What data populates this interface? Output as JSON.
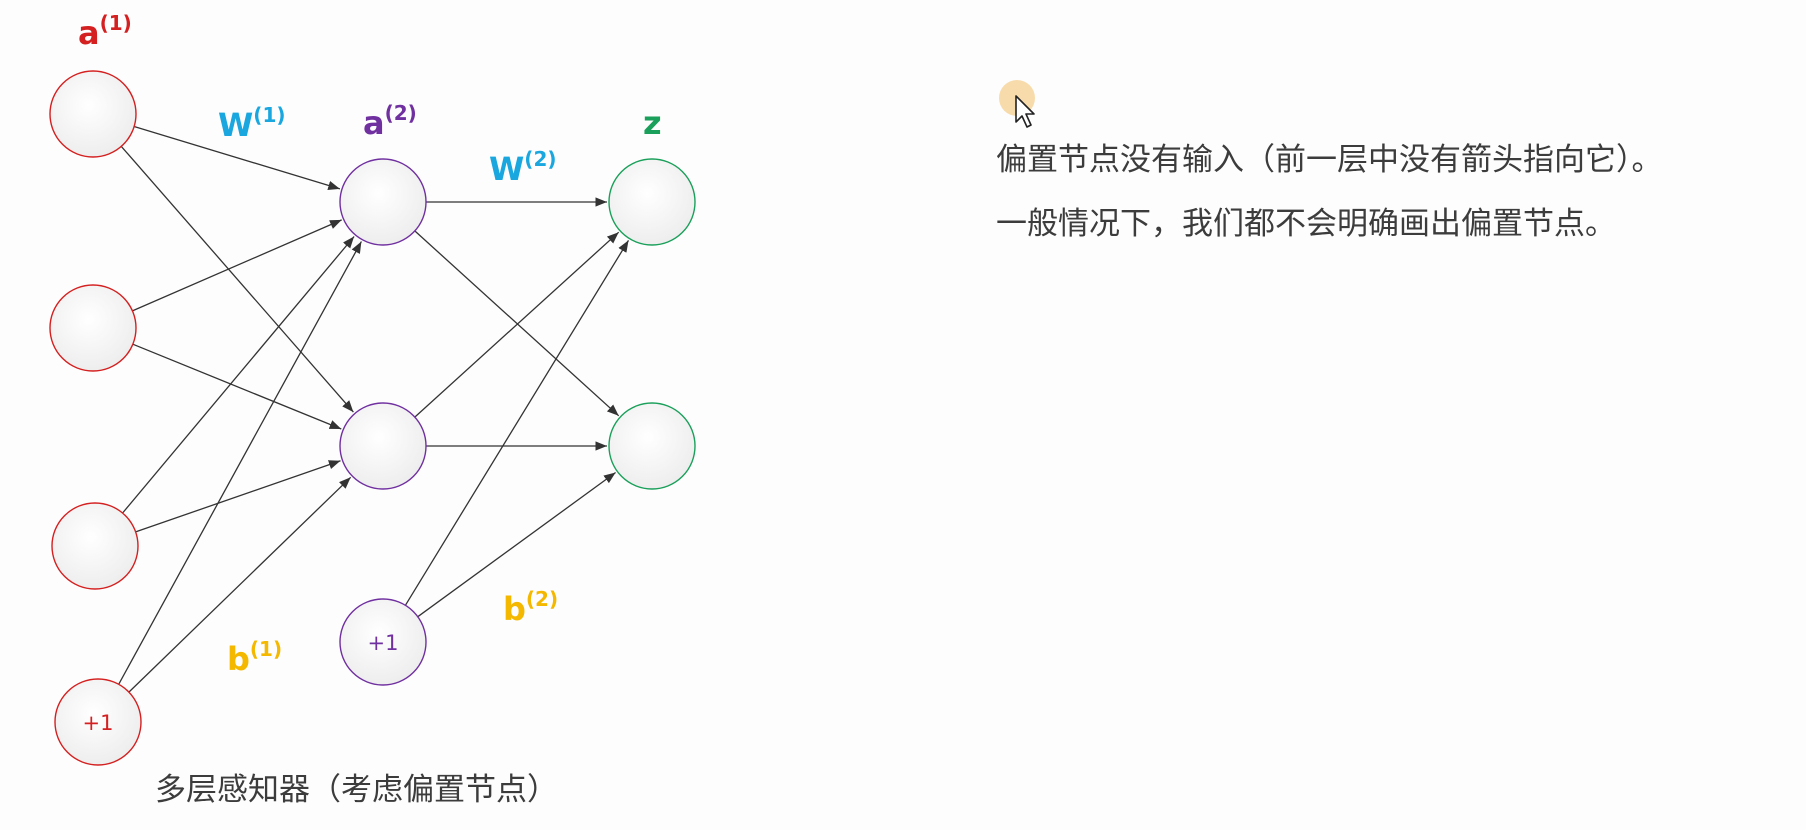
{
  "diagram": {
    "caption": "多层感知器（考虑偏置节点）",
    "labels": {
      "a1": {
        "main": "a",
        "sup": "(1)"
      },
      "w1": {
        "main": "W",
        "sup": "(1)"
      },
      "a2": {
        "main": "a",
        "sup": "(2)"
      },
      "w2": {
        "main": "W",
        "sup": "(2)"
      },
      "z": {
        "main": "z",
        "sup": ""
      },
      "b1": {
        "main": "b",
        "sup": "(1)"
      },
      "b2": {
        "main": "b",
        "sup": "(2)"
      }
    },
    "bias_node_text": "+1",
    "colors": {
      "layer1": "#d42020",
      "layer2": "#7030a0",
      "output": "#1aa05a",
      "weight": "#1aa7e0",
      "bias": "#f5b800",
      "edge": "#333333"
    }
  },
  "explanation": {
    "line1": "偏置节点没有输入（前一层中没有箭头指向它）。",
    "line2": "一般情况下，我们都不会明确画出偏置节点。"
  },
  "icons": {
    "cursor": "mouse-pointer-icon"
  }
}
